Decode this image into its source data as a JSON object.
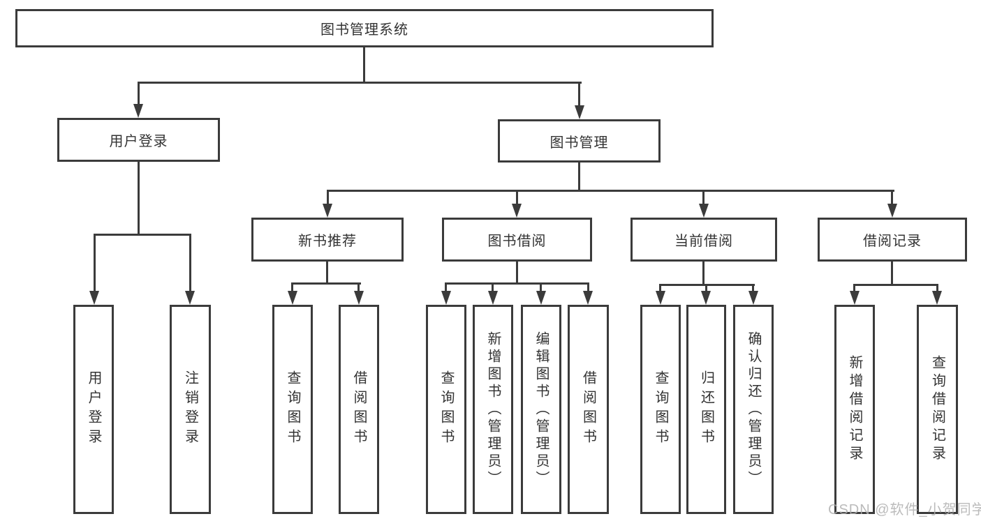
{
  "colors": {
    "line": "#3b3b3b",
    "text": "#333333",
    "watermark": "#b0b0b0",
    "background": "#ffffff"
  },
  "watermark": {
    "text": "CSDN @软件_小贺同学"
  },
  "nodes": {
    "root": {
      "label": "图书管理系统"
    },
    "user_login": {
      "label": "用户登录",
      "children": {
        "login": {
          "label": "用户登录"
        },
        "logout": {
          "label": "注销登录"
        }
      }
    },
    "book_mgmt": {
      "label": "图书管理",
      "children": {
        "new_book_rec": {
          "label": "新书推荐",
          "children": {
            "query": {
              "label": "查询图书"
            },
            "borrow": {
              "label": "借阅图书"
            }
          }
        },
        "book_borrow": {
          "label": "图书借阅",
          "children": {
            "query": {
              "label": "查询图书"
            },
            "add": {
              "label": "新增图书（管理员）"
            },
            "edit": {
              "label": "编辑图书（管理员）"
            },
            "borrow": {
              "label": "借阅图书"
            }
          }
        },
        "current_borrow": {
          "label": "当前借阅",
          "children": {
            "query": {
              "label": "查询图书"
            },
            "return": {
              "label": "归还图书"
            },
            "confirm": {
              "label": "确认归还（管理员）"
            }
          }
        },
        "borrow_records": {
          "label": "借阅记录",
          "children": {
            "add": {
              "label": "新增借阅记录"
            },
            "query": {
              "label": "查询借阅记录"
            }
          }
        }
      }
    }
  }
}
